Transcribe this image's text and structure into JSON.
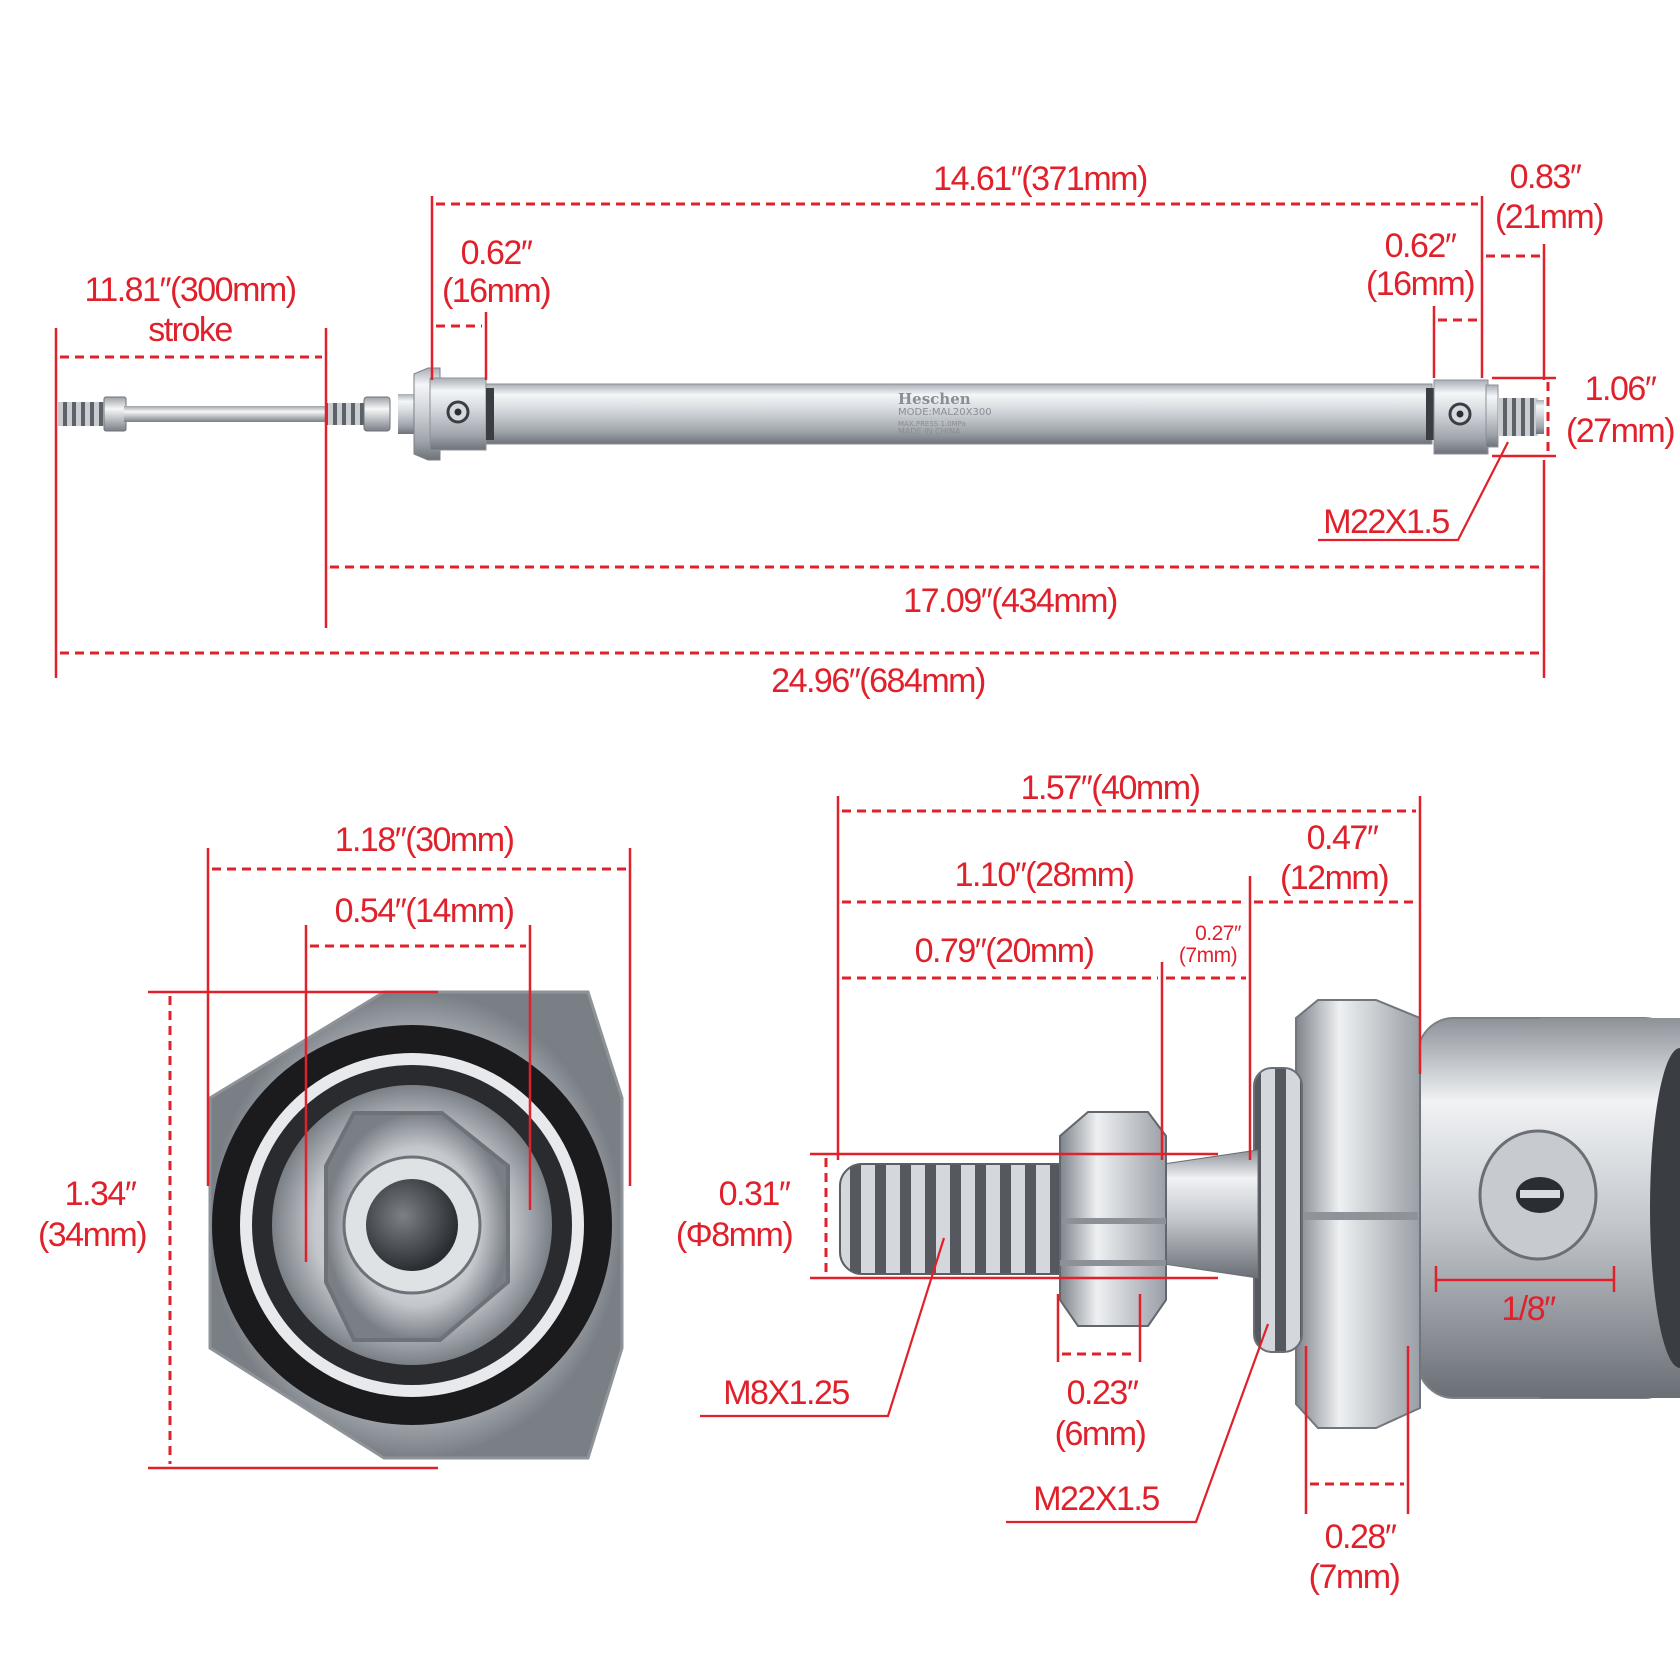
{
  "colors": {
    "dimension": "#e0202a",
    "metal_light": "#eceff2",
    "metal_mid": "#b7bcc2",
    "metal_dark": "#70757c",
    "seal_black": "#1b1b1d"
  },
  "cylinder": {
    "brand": "Heschen",
    "model": "MODE:MAL20X300",
    "pressure": "MAX.PRESS   1.0MPa",
    "origin": "MADE IN CHINA"
  },
  "top_view": {
    "stroke": {
      "value": "11.81″(300mm)",
      "note": "stroke"
    },
    "barrel": "14.61″(371mm)",
    "front_cap": {
      "inch": "0.62″",
      "mm": "(16mm)"
    },
    "rear_cap": {
      "inch": "0.62″",
      "mm": "(16mm)"
    },
    "rear_thread_len": {
      "inch": "0.83″",
      "mm": "(21mm)"
    },
    "rear_dia": {
      "inch": "1.06″",
      "mm": "(27mm)"
    },
    "rear_thread": "M22X1.5",
    "body_total": "17.09″(434mm)",
    "overall": "24.96″(684mm)"
  },
  "end_view": {
    "width": "1.18″(30mm)",
    "nut_width": "0.54″(14mm)",
    "height": {
      "inch": "1.34″",
      "mm": "(34mm)"
    }
  },
  "rod_detail": {
    "total": "1.57″(40mm)",
    "rod_len": "1.10″(28mm)",
    "thread_len": "0.79″(20mm)",
    "nut_to_shoulder": {
      "inch": "0.27″",
      "mm": "(7mm)"
    },
    "head_thread_len": {
      "inch": "0.47″",
      "mm": "(12mm)"
    },
    "rod_dia": {
      "inch": "0.31″",
      "mm": "(Φ8mm)"
    },
    "rod_thread": "M8X1.25",
    "nut_thickness": {
      "inch": "0.23″",
      "mm": "(6mm)"
    },
    "head_thread": "M22X1.5",
    "hex_thickness": {
      "inch": "0.28″",
      "mm": "(7mm)"
    },
    "port": "1/8″"
  }
}
